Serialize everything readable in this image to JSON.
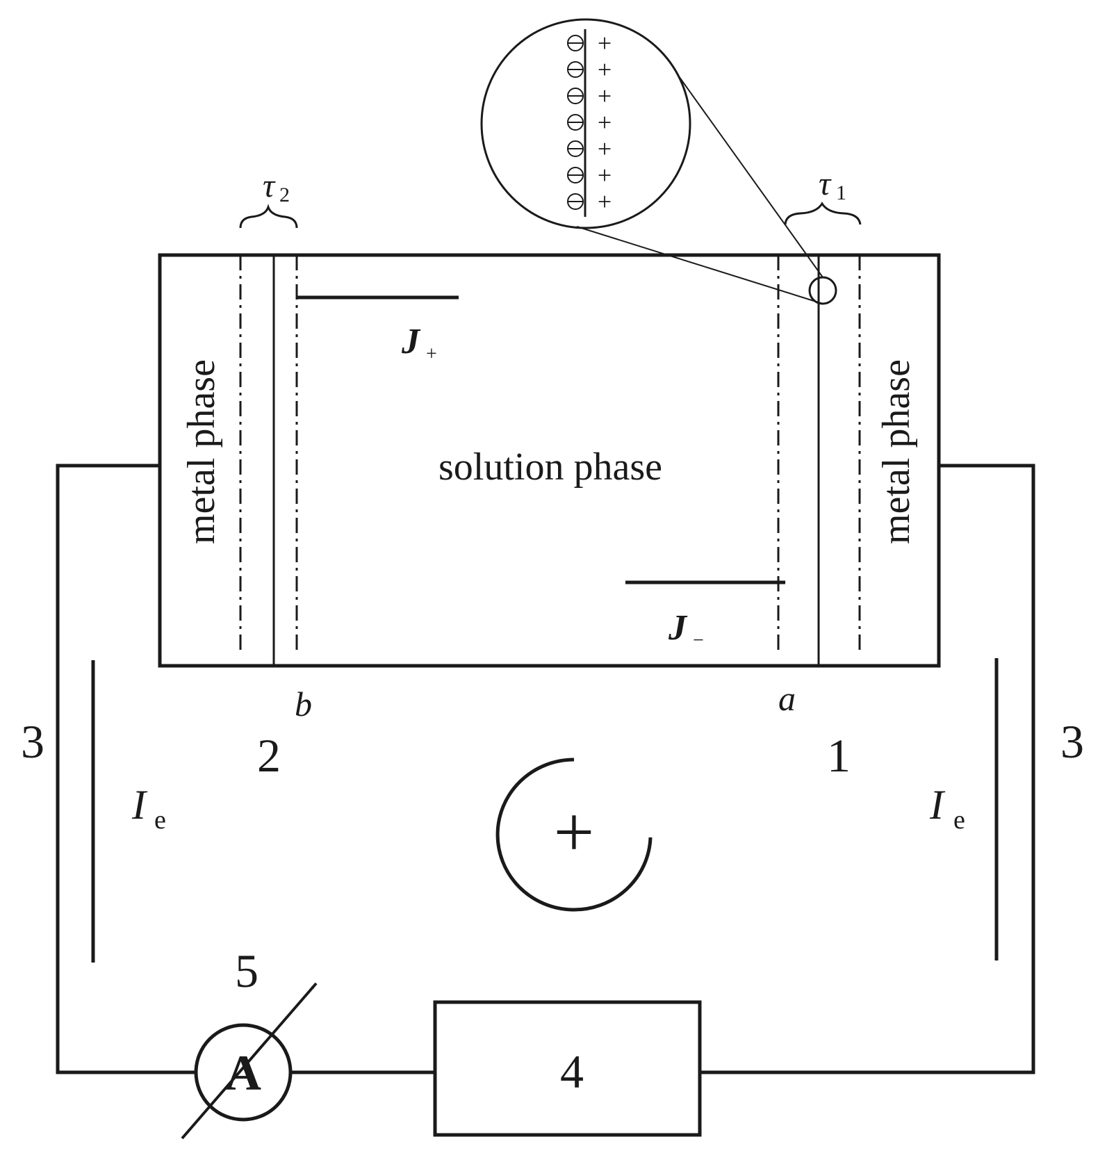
{
  "labels": {
    "tau_left": "τ",
    "tau_left_sub": "2",
    "tau_right": "τ",
    "tau_right_sub": "1",
    "metal_left": "metal phase",
    "metal_right": "metal phase",
    "solution": "solution phase",
    "j_plus": "J",
    "j_plus_sub": "+",
    "j_minus": "J",
    "j_minus_sub": "−",
    "point_b": "b",
    "point_a": "a",
    "num_left_wire": "3",
    "num_right_wire": "3",
    "num_electrode_left": "2",
    "num_electrode_right": "1",
    "current_left": "I",
    "current_left_sub": "e",
    "current_right": "I",
    "current_right_sub": "e",
    "rotation_sign": "+",
    "ammeter_number": "5",
    "ammeter_symbol": "A",
    "power_source_number": "4"
  },
  "inset": {
    "minus_count": 7,
    "plus_count": 7,
    "plus_symbol": "+"
  }
}
